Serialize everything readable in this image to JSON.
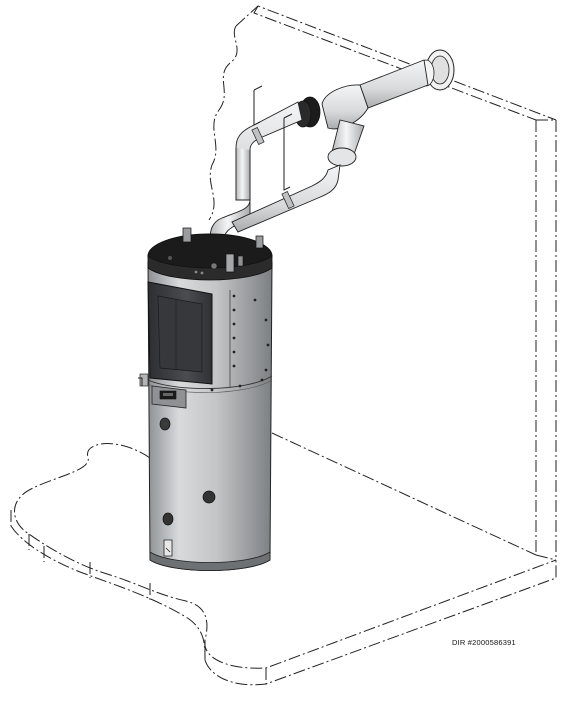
{
  "drawing_reference": "DIR #2000586391",
  "colors": {
    "outline": "#222222",
    "tank_body": "#c9cbcd",
    "tank_top": "#1b1b1b",
    "panel": "#3a3c40",
    "pipe": "#e6e7e8",
    "coupling": "#1c1c1c"
  },
  "icons": [
    "water-heater-tank",
    "vent-pipe",
    "wall-bracket",
    "control-display"
  ]
}
